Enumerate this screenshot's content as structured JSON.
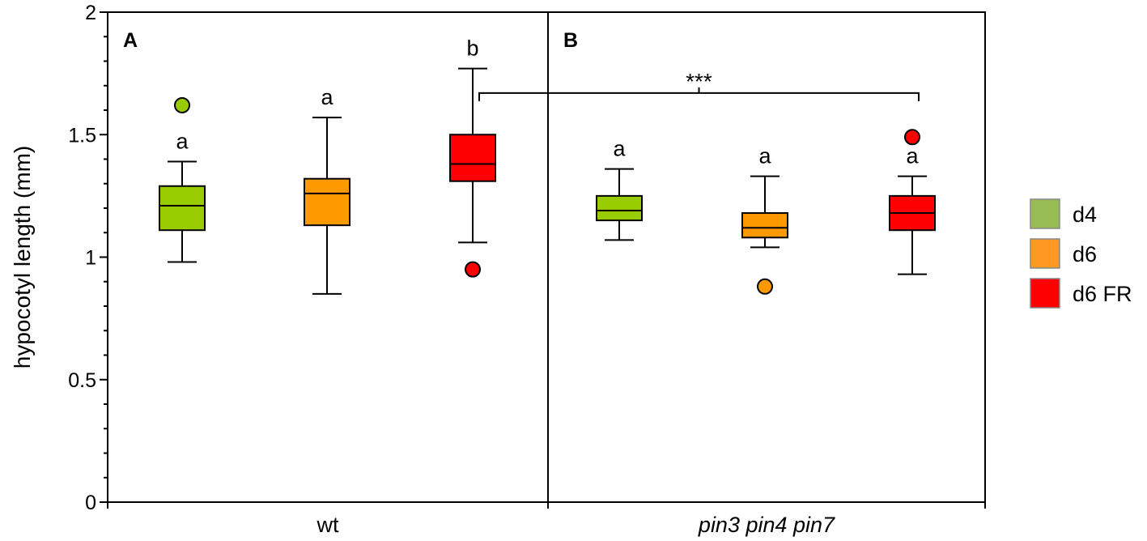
{
  "chart_data": {
    "type": "box",
    "ylabel": "hypocotyl length (mm)",
    "ylim": [
      0,
      2
    ],
    "yticks": [
      0,
      0.5,
      1,
      1.5,
      2
    ],
    "ytick_labels": [
      "0",
      "0.5",
      "1",
      "1.5",
      "2"
    ],
    "groups": [
      {
        "name": "wt",
        "italic": false,
        "panel": "A"
      },
      {
        "name": "pin3 pin4 pin7",
        "italic": true,
        "panel": "B"
      }
    ],
    "series_colors": {
      "d4": "#99cc00",
      "d6": "#ff9900",
      "d6 FR": "#ff0000"
    },
    "legend": [
      {
        "name": "d4",
        "color": "#99bb55"
      },
      {
        "name": "d6",
        "color": "#ff9922"
      },
      {
        "name": "d6 FR",
        "color": "#ff0000"
      }
    ],
    "boxes": [
      {
        "group": "wt",
        "series": "d4",
        "whisker_low": 0.98,
        "q1": 1.11,
        "median": 1.21,
        "q3": 1.29,
        "whisker_high": 1.39,
        "outliers": [
          1.62
        ],
        "letter": "a"
      },
      {
        "group": "wt",
        "series": "d6",
        "whisker_low": 0.85,
        "q1": 1.13,
        "median": 1.26,
        "q3": 1.32,
        "whisker_high": 1.57,
        "outliers": [],
        "letter": "a"
      },
      {
        "group": "wt",
        "series": "d6 FR",
        "whisker_low": 1.06,
        "q1": 1.31,
        "median": 1.38,
        "q3": 1.5,
        "whisker_high": 1.77,
        "outliers": [
          0.95
        ],
        "letter": "b"
      },
      {
        "group": "pin3 pin4 pin7",
        "series": "d4",
        "whisker_low": 1.07,
        "q1": 1.15,
        "median": 1.19,
        "q3": 1.25,
        "whisker_high": 1.36,
        "outliers": [],
        "letter": "a"
      },
      {
        "group": "pin3 pin4 pin7",
        "series": "d6",
        "whisker_low": 1.04,
        "q1": 1.08,
        "median": 1.12,
        "q3": 1.18,
        "whisker_high": 1.33,
        "outliers": [
          0.88
        ],
        "letter": "a"
      },
      {
        "group": "pin3 pin4 pin7",
        "series": "d6 FR",
        "whisker_low": 0.93,
        "q1": 1.11,
        "median": 1.18,
        "q3": 1.25,
        "whisker_high": 1.33,
        "outliers": [
          1.49
        ],
        "letter": "a"
      }
    ],
    "significance": {
      "from_box": 2,
      "to_box": 5,
      "y": 1.67,
      "label": "***"
    }
  }
}
